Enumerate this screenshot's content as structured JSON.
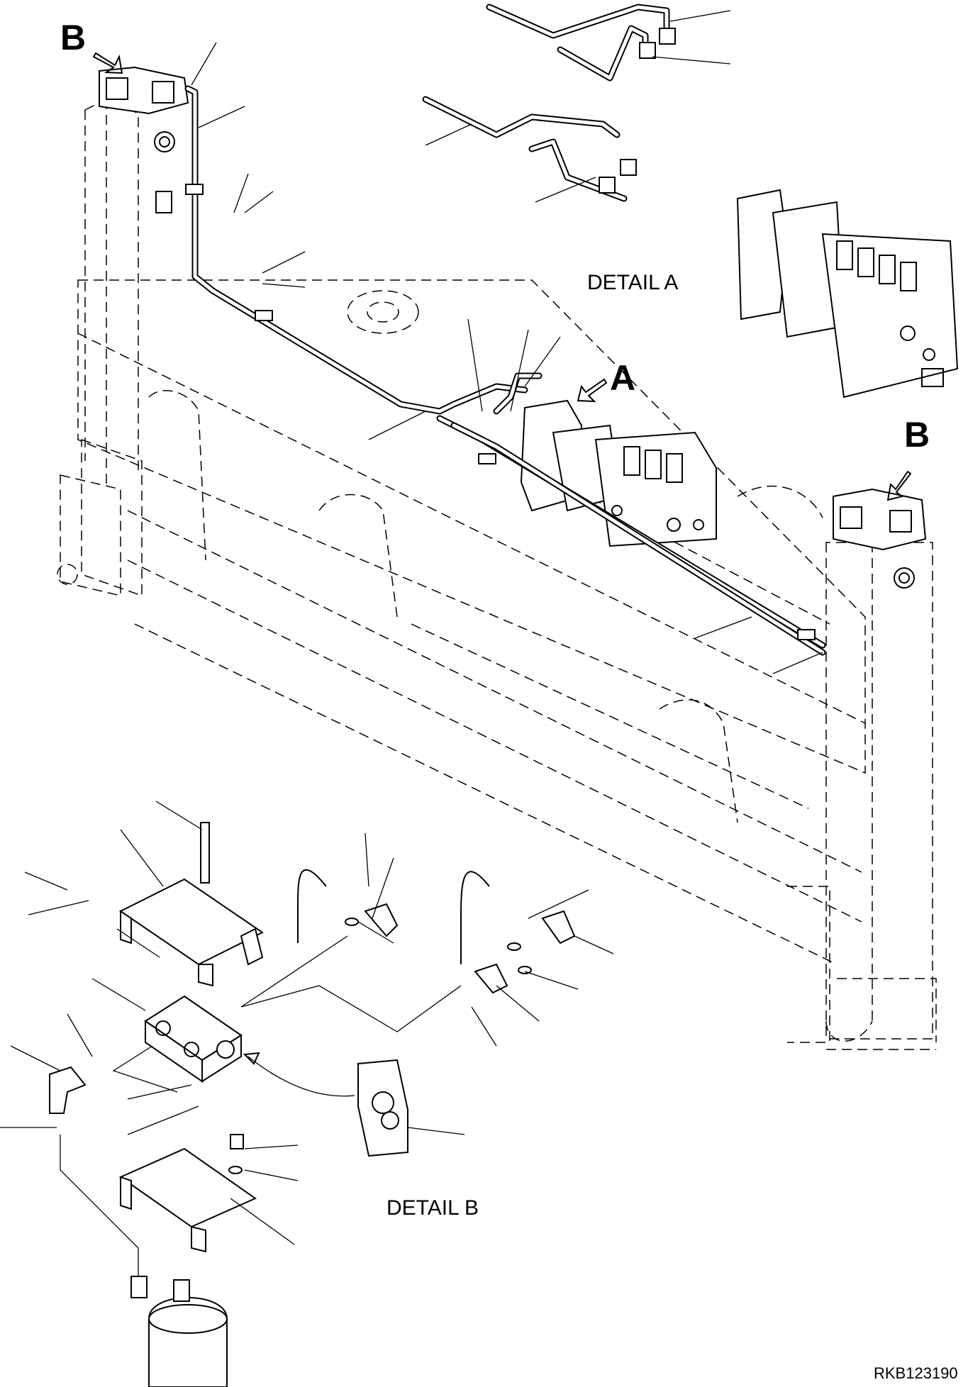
{
  "labels": {
    "view_b_top": "B",
    "view_a": "A",
    "view_b_right": "B",
    "detail_a": "DETAIL A",
    "detail_b": "DETAIL B",
    "drawing_code": "RKB123190"
  }
}
